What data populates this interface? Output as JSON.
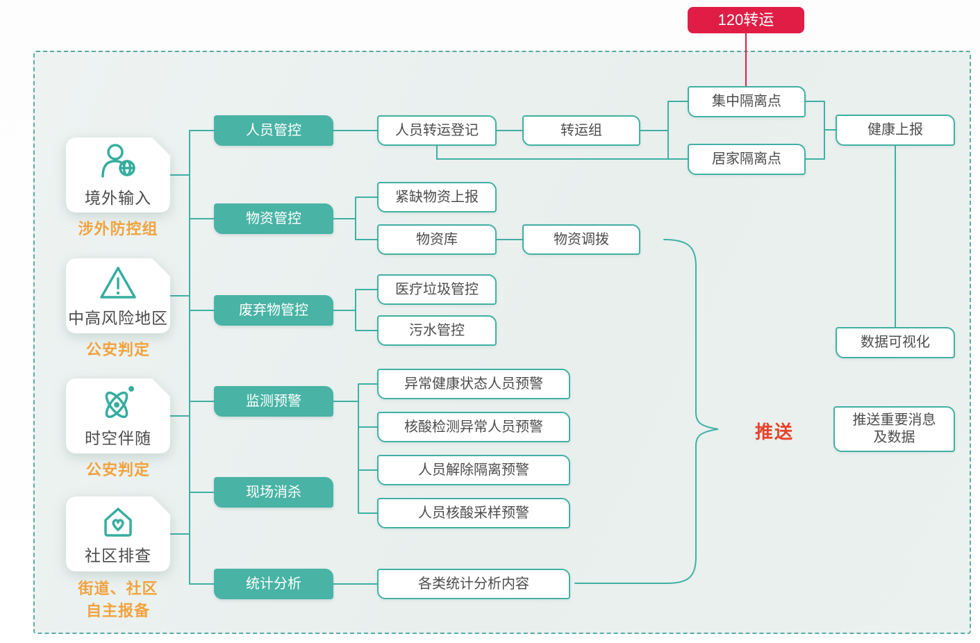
{
  "badge_120": {
    "label": "120转运"
  },
  "sources": [
    {
      "icon": "person-globe-icon",
      "title": "境外输入",
      "subtitle": "涉外防控组"
    },
    {
      "icon": "warning-icon",
      "title": "中高风险地区",
      "subtitle": "公安判定"
    },
    {
      "icon": "atom-icon",
      "title": "时空伴随",
      "subtitle": "公安判定"
    },
    {
      "icon": "house-heart-icon",
      "title": "社区排查",
      "subtitle": "街道、社区",
      "subtitle2": "自主报备"
    }
  ],
  "modules": {
    "personnel": "人员管控",
    "materials": "物资管控",
    "waste": "废弃物管控",
    "monitoring": "监测预警",
    "disinfection": "现场消杀",
    "statistics": "统计分析"
  },
  "personnel_flow": {
    "transfer_registration": "人员转运登记",
    "transfer_group": "转运组",
    "central_isolation": "集中隔离点",
    "home_isolation": "居家隔离点",
    "health_report": "健康上报"
  },
  "materials_flow": {
    "shortage_report": "紧缺物资上报",
    "warehouse": "物资库",
    "allocation": "物资调拨"
  },
  "waste_flow": {
    "medical_waste": "医疗垃圾管控",
    "sewage": "污水管控"
  },
  "monitoring_flow": {
    "abnormal_health_warning": "异常健康状态人员预警",
    "nucleic_abnormal_warning": "核酸检测异常人员预警",
    "release_isolation_warning": "人员解除隔离预警",
    "nucleic_sampling_warning": "人员核酸采样预警"
  },
  "statistics_flow": {
    "content": "各类统计分析内容"
  },
  "output": {
    "data_visualization": "数据可视化",
    "push_label": "推送",
    "push_message_line1": "推送重要消息",
    "push_message_line2": "及数据"
  },
  "colors": {
    "teal_fill": "#49b3a5",
    "teal_line": "#3fb0a3",
    "dashed_border": "#57aca4",
    "red_badge": "#e01d45",
    "push_red": "#e7432c",
    "orange_label": "#f1a23e"
  }
}
